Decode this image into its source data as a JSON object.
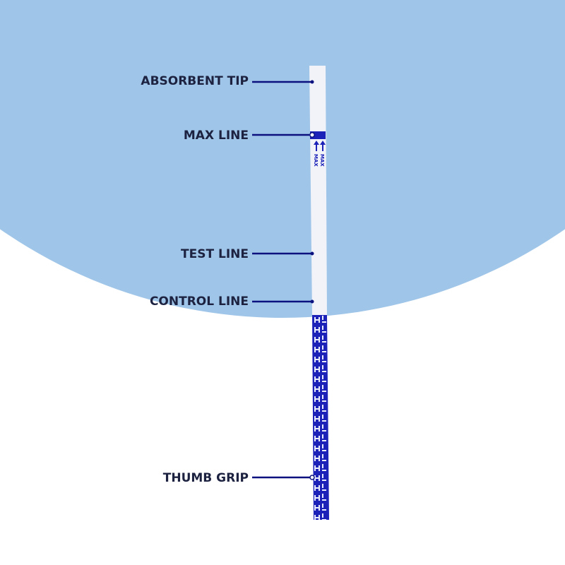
{
  "colors": {
    "background": "#ffffff",
    "backdrop_circle": "#9fc5e8",
    "strip_white": "#f1f3f8",
    "strip_blue": "#1c22b8",
    "leader_line": "#0b1280",
    "label_text": "#1c2240"
  },
  "strip": {
    "max_marker_text": "MAX",
    "grip_pattern_glyph": "H"
  },
  "callouts": [
    {
      "id": "absorbent-tip",
      "label": "ABSORBENT TIP"
    },
    {
      "id": "max-line",
      "label": "MAX LINE"
    },
    {
      "id": "test-line",
      "label": "TEST LINE"
    },
    {
      "id": "control-line",
      "label": "CONTROL LINE"
    },
    {
      "id": "thumb-grip",
      "label": "THUMB GRIP"
    }
  ]
}
